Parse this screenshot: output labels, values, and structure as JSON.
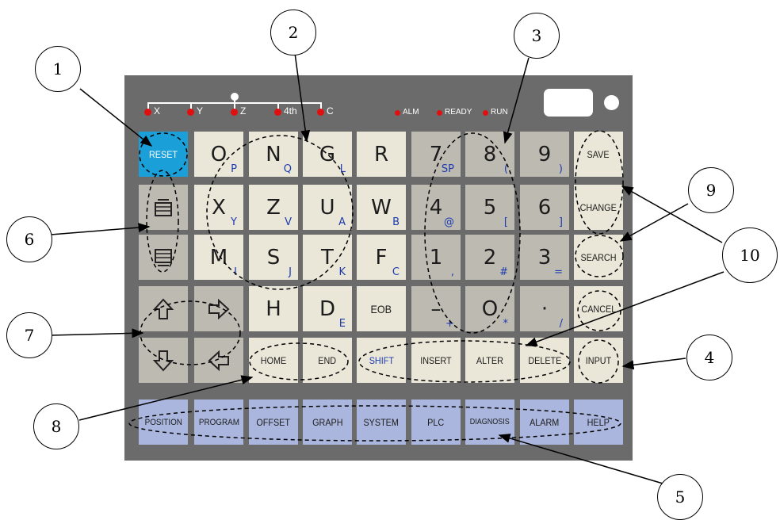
{
  "axes": [
    {
      "label": "X"
    },
    {
      "label": "Y"
    },
    {
      "label": "Z"
    },
    {
      "label": "4th"
    },
    {
      "label": "C"
    }
  ],
  "status_lights": [
    {
      "label": "ALM"
    },
    {
      "label": "READY"
    },
    {
      "label": "RUN"
    }
  ],
  "keys": {
    "reset": "RESET",
    "row1": [
      {
        "main": "O",
        "sub": "P"
      },
      {
        "main": "N",
        "sub": "Q"
      },
      {
        "main": "G",
        "sub": "L"
      },
      {
        "main": "R",
        "sub": ""
      },
      {
        "main": "7",
        "sub": "SP"
      },
      {
        "main": "8",
        "sub": "("
      },
      {
        "main": "9",
        "sub": ")"
      }
    ],
    "save": "SAVE",
    "row2": [
      {
        "main": "X",
        "sub": "Y"
      },
      {
        "main": "Z",
        "sub": "V"
      },
      {
        "main": "U",
        "sub": "A"
      },
      {
        "main": "W",
        "sub": "B"
      },
      {
        "main": "4",
        "sub": "@"
      },
      {
        "main": "5",
        "sub": "["
      },
      {
        "main": "6",
        "sub": "]"
      }
    ],
    "change": "CHANGE",
    "row3": [
      {
        "main": "M",
        "sub": "I"
      },
      {
        "main": "S",
        "sub": "J"
      },
      {
        "main": "T",
        "sub": "K"
      },
      {
        "main": "F",
        "sub": "C"
      },
      {
        "main": "1",
        "sub": ","
      },
      {
        "main": "2",
        "sub": "#"
      },
      {
        "main": "3",
        "sub": "="
      }
    ],
    "search": "SEARCH",
    "row4": [
      {
        "main": "H",
        "sub": ""
      },
      {
        "main": "D",
        "sub": "E"
      }
    ],
    "eob": "EOB",
    "row4_nums": [
      {
        "main": "–",
        "sub": "+"
      },
      {
        "main": "O",
        "sub": "*"
      },
      {
        "main": "·",
        "sub": "/"
      }
    ],
    "cancel": "CANCEL",
    "row5": [
      "HOME",
      "END",
      "SHIFT",
      "INSERT",
      "ALTER",
      "DELETE",
      "INPUT"
    ],
    "function_row": [
      "POSITION",
      "PROGRAM",
      "OFFSET",
      "GRAPH",
      "SYSTEM",
      "PLC",
      "DIAGNOSIS",
      "ALARM",
      "HELP"
    ]
  },
  "icons": {
    "page_up": "page-up-icon",
    "page_down": "page-down-icon",
    "cursor_up": "arrow-up-icon",
    "cursor_right": "arrow-right-icon",
    "cursor_down": "arrow-down-icon",
    "cursor_left": "arrow-left-icon"
  },
  "callouts": [
    {
      "number": "1"
    },
    {
      "number": "2"
    },
    {
      "number": "3"
    },
    {
      "number": "4"
    },
    {
      "number": "5"
    },
    {
      "number": "6"
    },
    {
      "number": "7"
    },
    {
      "number": "8"
    },
    {
      "number": "9"
    },
    {
      "number": "10"
    }
  ],
  "colors": {
    "panel": "#6b6b6b",
    "key_light": "#eae6d8",
    "key_dark": "#bdbab2",
    "key_function": "#aab6dd",
    "key_reset": "#1a9fd8",
    "led": "#e01010",
    "sub_label": "#1b3bb0"
  }
}
